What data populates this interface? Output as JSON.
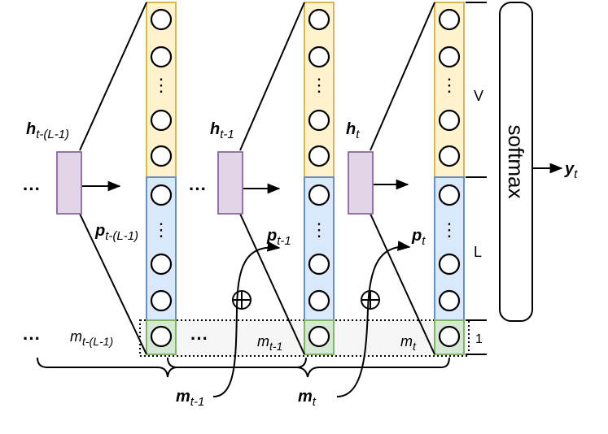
{
  "labels": {
    "h_first": "h",
    "h_first_sub": "t-(L-1)",
    "h_mid": "h",
    "h_mid_sub": "t-1",
    "h_last": "h",
    "h_last_sub": "t",
    "p_first": "p",
    "p_first_sub": "t-(L-1)",
    "p_mid": "p",
    "p_mid_sub": "t-1",
    "p_last": "p",
    "p_last_sub": "t",
    "m_first": "m",
    "m_first_sub": "t-(L-1)",
    "m_mid": "m",
    "m_mid_sub": "t-1",
    "m_last": "m",
    "m_last_sub": "t",
    "m_bottom_left": "m",
    "m_bottom_left_sub": "t-1",
    "m_bottom_right": "m",
    "m_bottom_right_sub": "t",
    "y_out": "y",
    "y_out_sub": "t",
    "softmax": "softmax",
    "section_v": "V",
    "section_l": "L",
    "section_one": "1",
    "ellipsis": "···",
    "vdots": "⋮",
    "oplus": "⊕"
  },
  "colors": {
    "v_fill": "#fff2cc",
    "v_stroke": "#d6b656",
    "l_fill": "#dae8fc",
    "l_stroke": "#6c8ebf",
    "m_fill": "#d5e8d4",
    "m_stroke": "#82b366",
    "h_fill": "#e1d5e7",
    "h_stroke": "#9673a6",
    "band_fill": "#f5f5f5"
  }
}
